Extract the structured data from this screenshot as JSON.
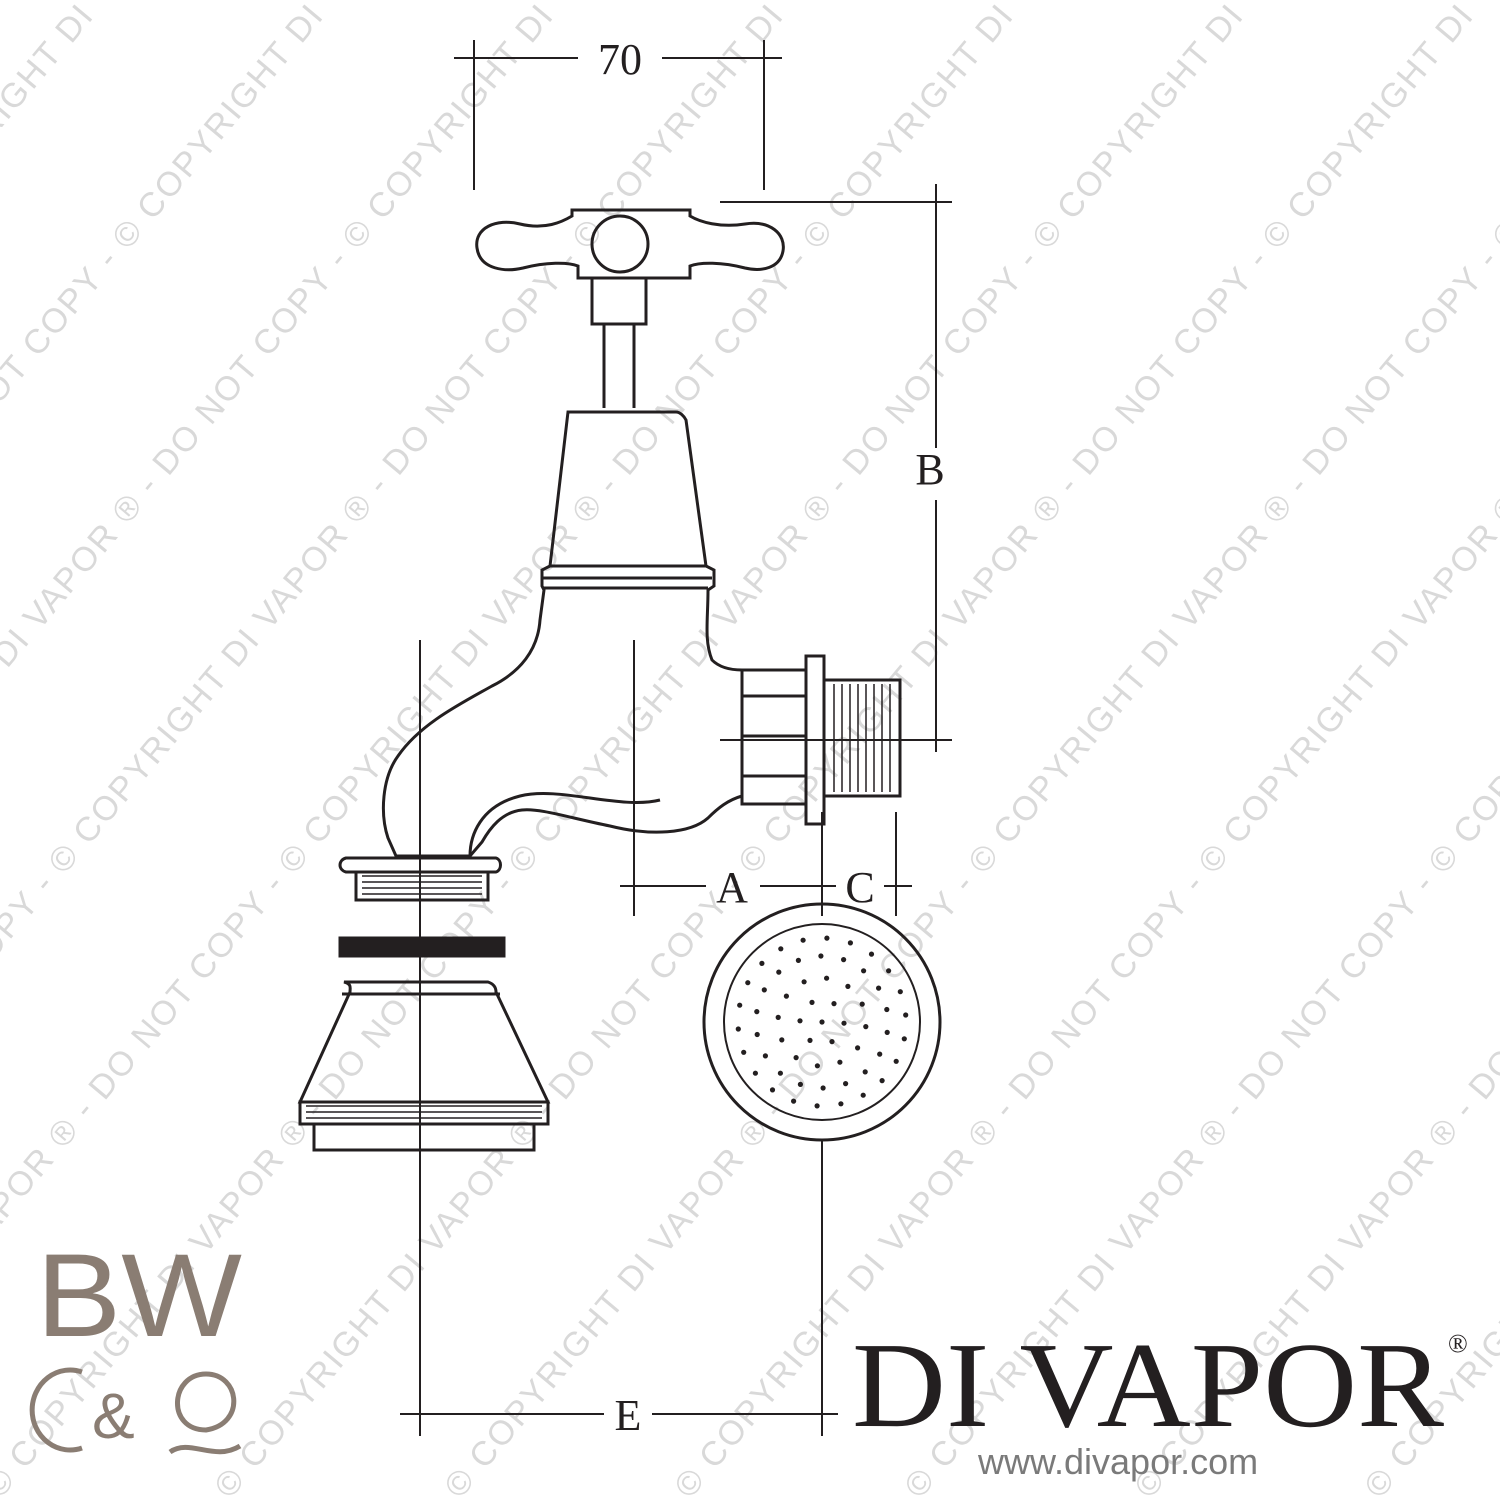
{
  "watermark": {
    "text": "© COPYRIGHT DI VAPOR ® - DO NOT COPY - © COPYRIGHT DI VAPOR ® - DO NOT COPY - © COPYRIGHT DI VAPOR ® - DO NOT COPY"
  },
  "dimensions": {
    "width_top": "70",
    "height": "B",
    "a": "A",
    "c": "C",
    "e": "E"
  },
  "logo_bw": {
    "line1": "BW",
    "line2": "&"
  },
  "brand": {
    "name": "DI VAPOR",
    "registered": "®",
    "url": "www.divapor.com"
  },
  "colors": {
    "line": "#231f20",
    "watermark": "#d9d9d9",
    "bw_logo": "#8a7d73"
  }
}
